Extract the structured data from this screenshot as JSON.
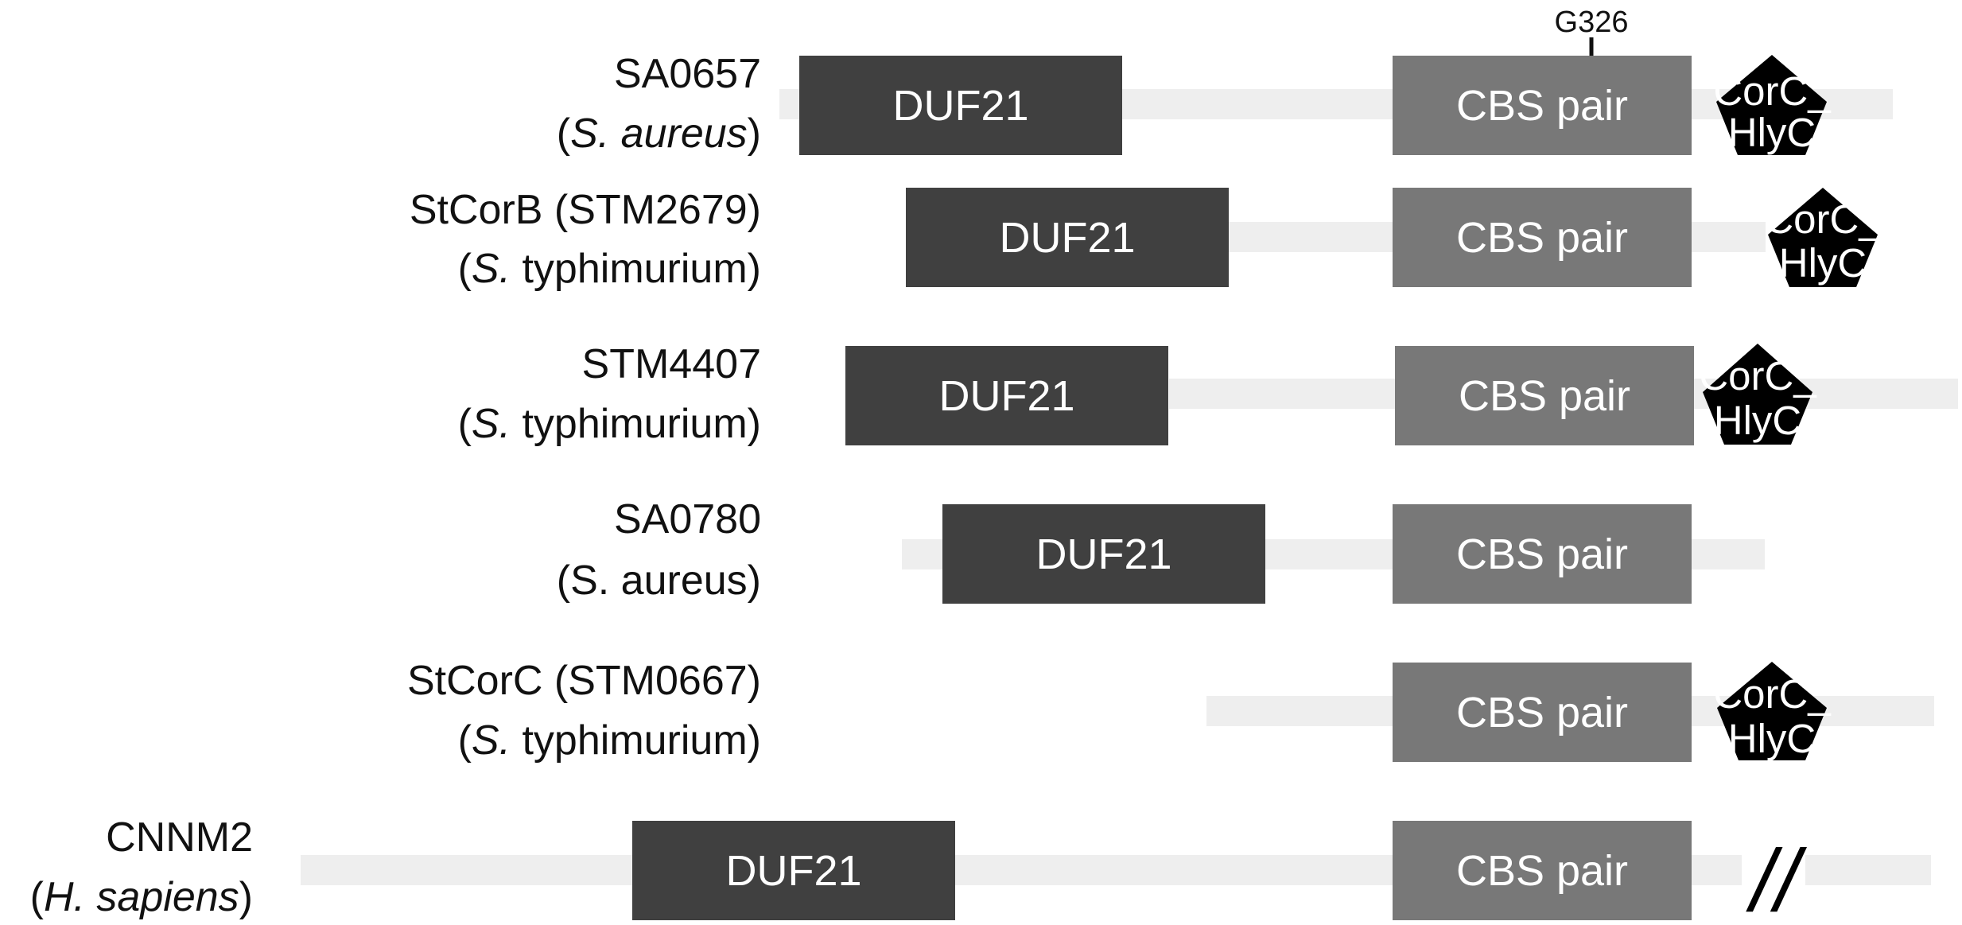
{
  "colors": {
    "backbone": "#eeeeee",
    "duf21": "#404040",
    "cbs_pair": "#787878",
    "corc_hlyc": "#000000",
    "text": "#111111"
  },
  "proteins": [
    {
      "id": "sa0657",
      "name_line1": "SA0657",
      "species_open": "(",
      "species_italic": "S. aureus",
      "species_plain": "",
      "species_close": ")",
      "duf21_label": "DUF21",
      "cbs_label": "CBS pair",
      "corc_label_1": "CorC_",
      "corc_label_2": "HlyC"
    },
    {
      "id": "stcorb",
      "name_line1": "StCorB (STM2679)",
      "species_open": "(",
      "species_italic": "S.",
      "species_plain": " typhimurium",
      "species_close": ")",
      "duf21_label": "DUF21",
      "cbs_label": "CBS pair",
      "corc_label_1": "CorC_",
      "corc_label_2": "HlyC"
    },
    {
      "id": "stm4407",
      "name_line1": "STM4407",
      "species_open": "(",
      "species_italic": "S.",
      "species_plain": " typhimurium",
      "species_close": ")",
      "duf21_label": "DUF21",
      "cbs_label": "CBS pair",
      "corc_label_1": "CorC_",
      "corc_label_2": "HlyC"
    },
    {
      "id": "sa0780",
      "name_line1": "SA0780",
      "species_open": "(",
      "species_italic": "",
      "species_plain": "S. aureus",
      "species_close": ")",
      "duf21_label": "DUF21",
      "cbs_label": "CBS pair"
    },
    {
      "id": "stcorc",
      "name_line1": "StCorC (STM0667)",
      "species_open": "(",
      "species_italic": "S.",
      "species_plain": " typhimurium",
      "species_close": ")",
      "cbs_label": "CBS pair",
      "corc_label_1": "CorC_",
      "corc_label_2": "HlyC"
    },
    {
      "id": "cnnm2",
      "name_line1": "CNNM2",
      "species_open": "(",
      "species_italic": "H. sapiens",
      "species_plain": "",
      "species_close": ")",
      "duf21_label": "DUF21",
      "cbs_label": "CBS pair",
      "break_label": "//"
    }
  ],
  "marker": {
    "label": "G326"
  }
}
